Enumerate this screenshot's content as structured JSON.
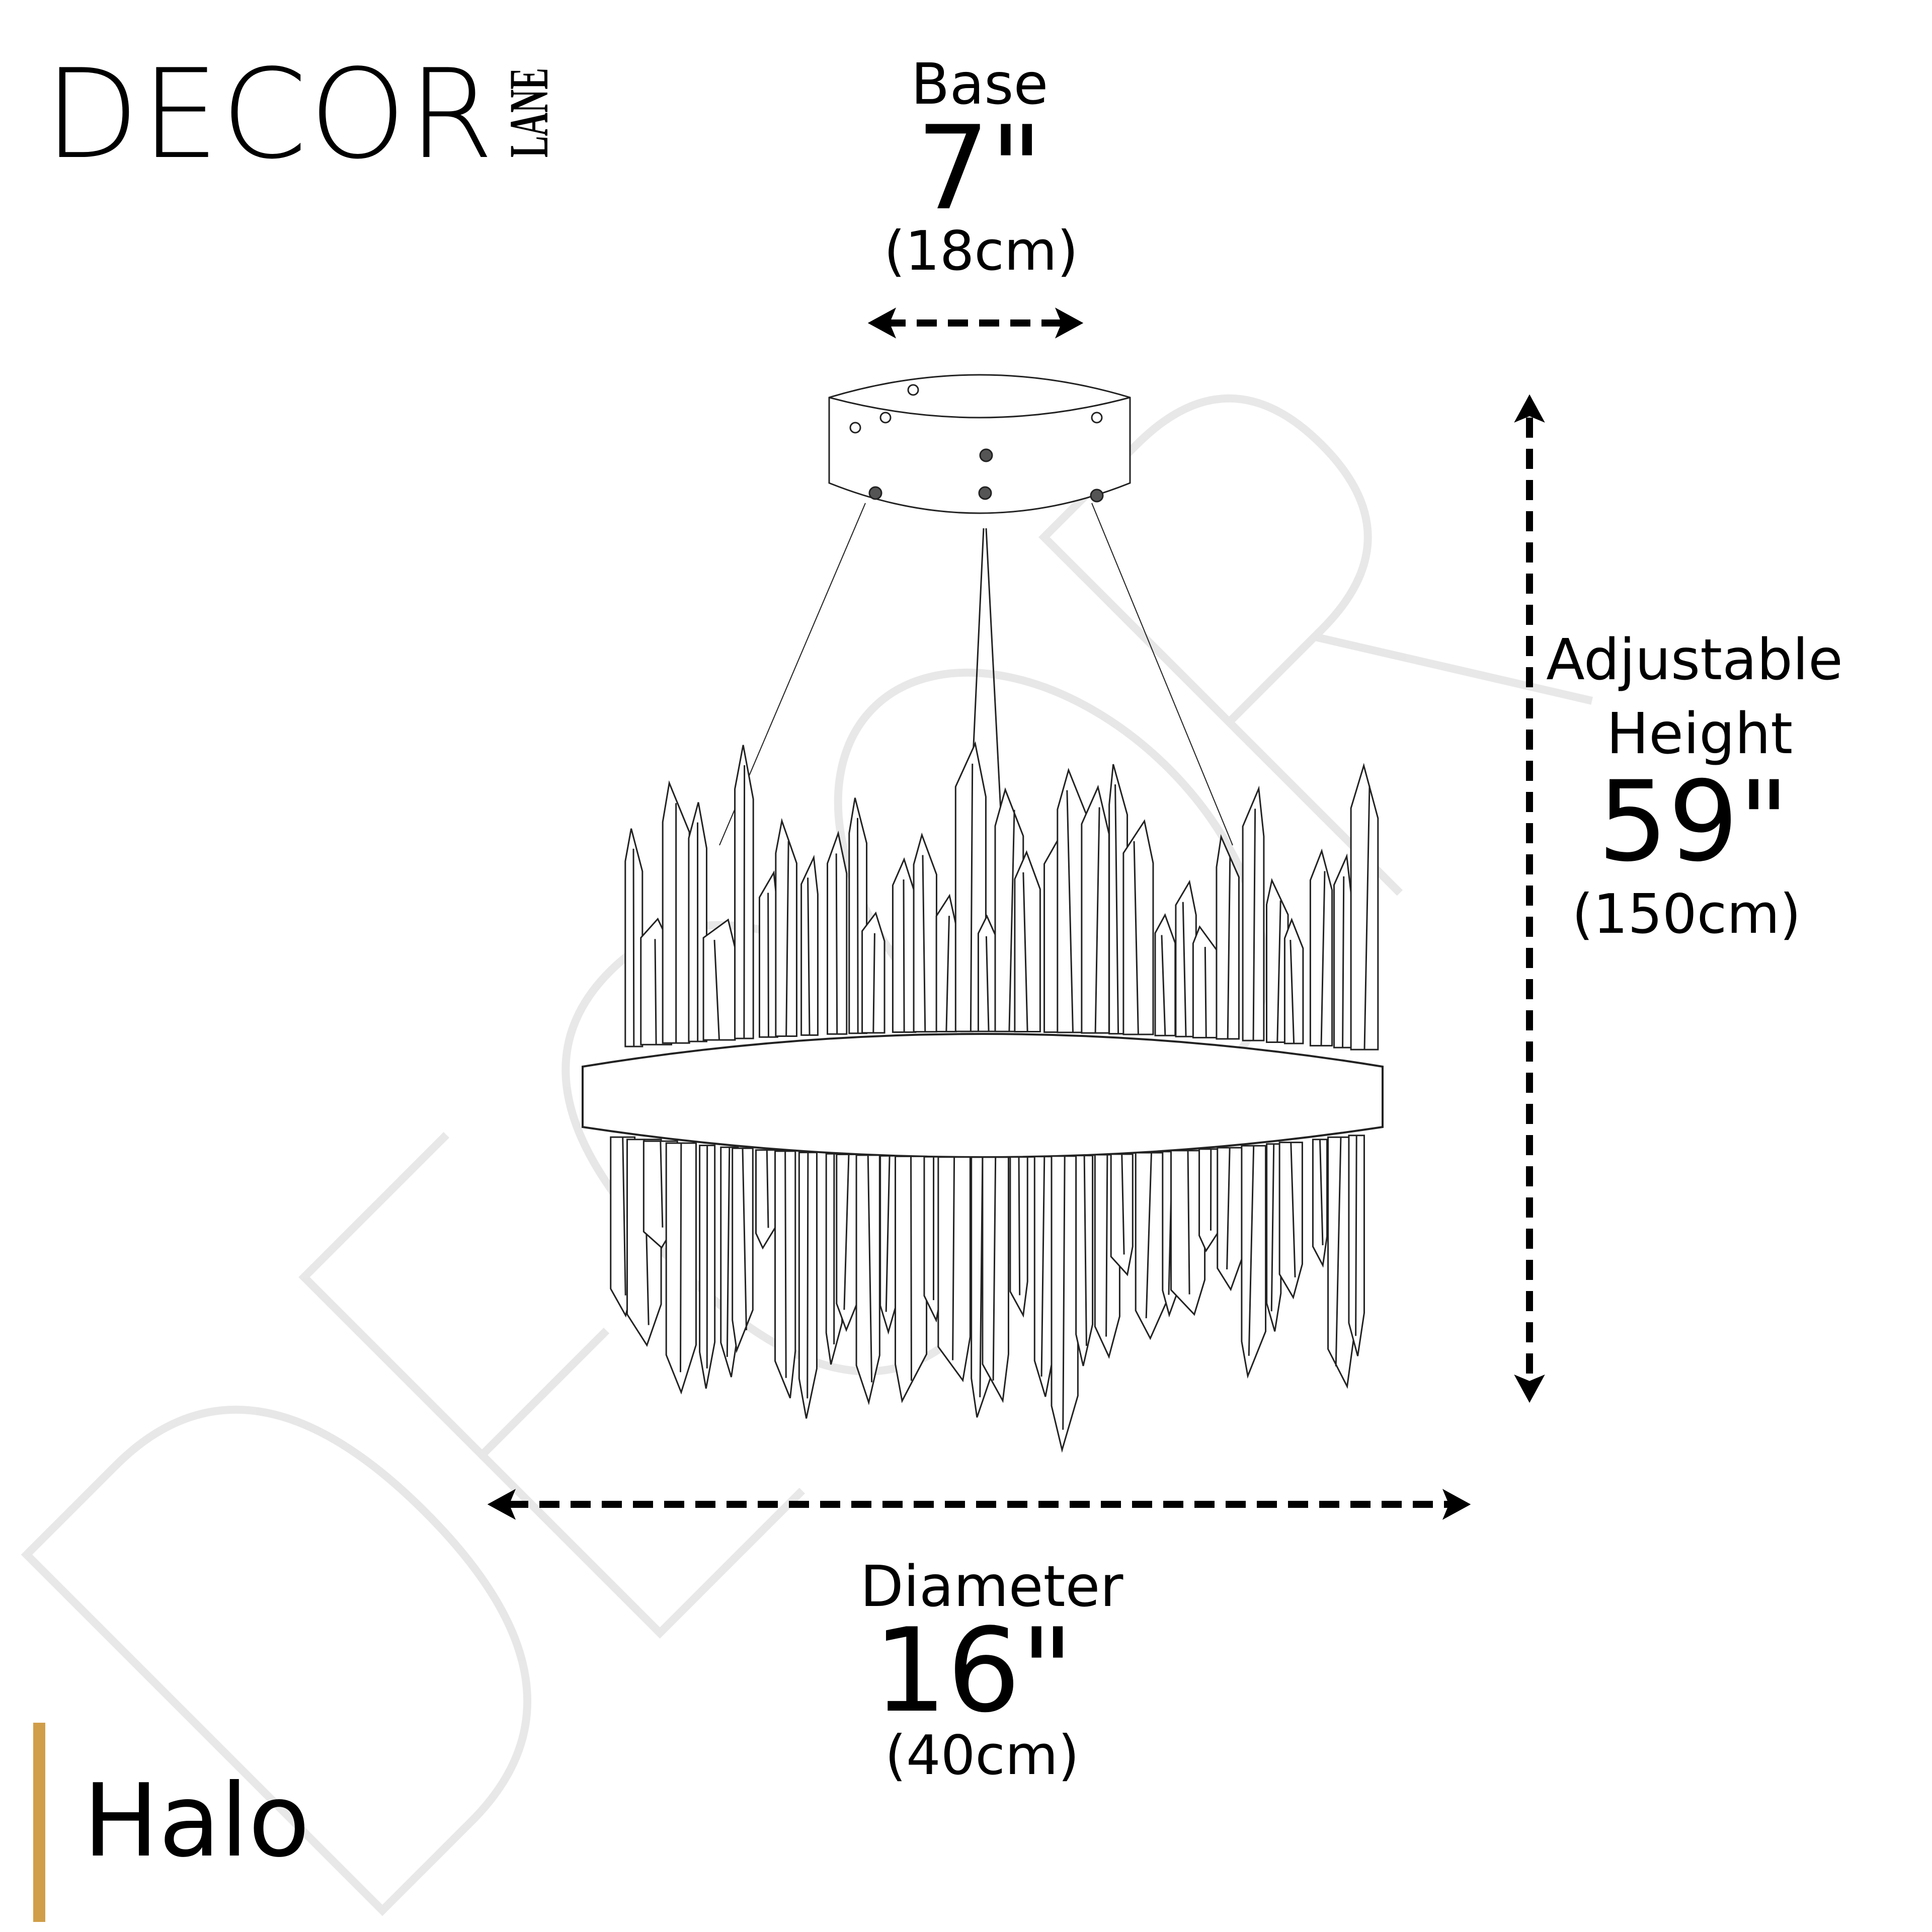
{
  "brand": {
    "logo_main": "DECOR",
    "logo_sub": "LANE",
    "watermark": "DECOR LANE"
  },
  "product": {
    "name": "Halo",
    "accent_color": "#D09E48"
  },
  "dimensions": {
    "base": {
      "label": "Base",
      "imperial": "7\"",
      "metric": "(18cm)"
    },
    "height": {
      "label_line1": "Adjustable",
      "label_line2": "Height",
      "imperial": "59\"",
      "metric": "(150cm)"
    },
    "diameter": {
      "label": "Diameter",
      "imperial": "16\"",
      "metric": "(40cm)"
    }
  },
  "icons": {
    "arrows": "double-headed-dashed-arrow"
  }
}
